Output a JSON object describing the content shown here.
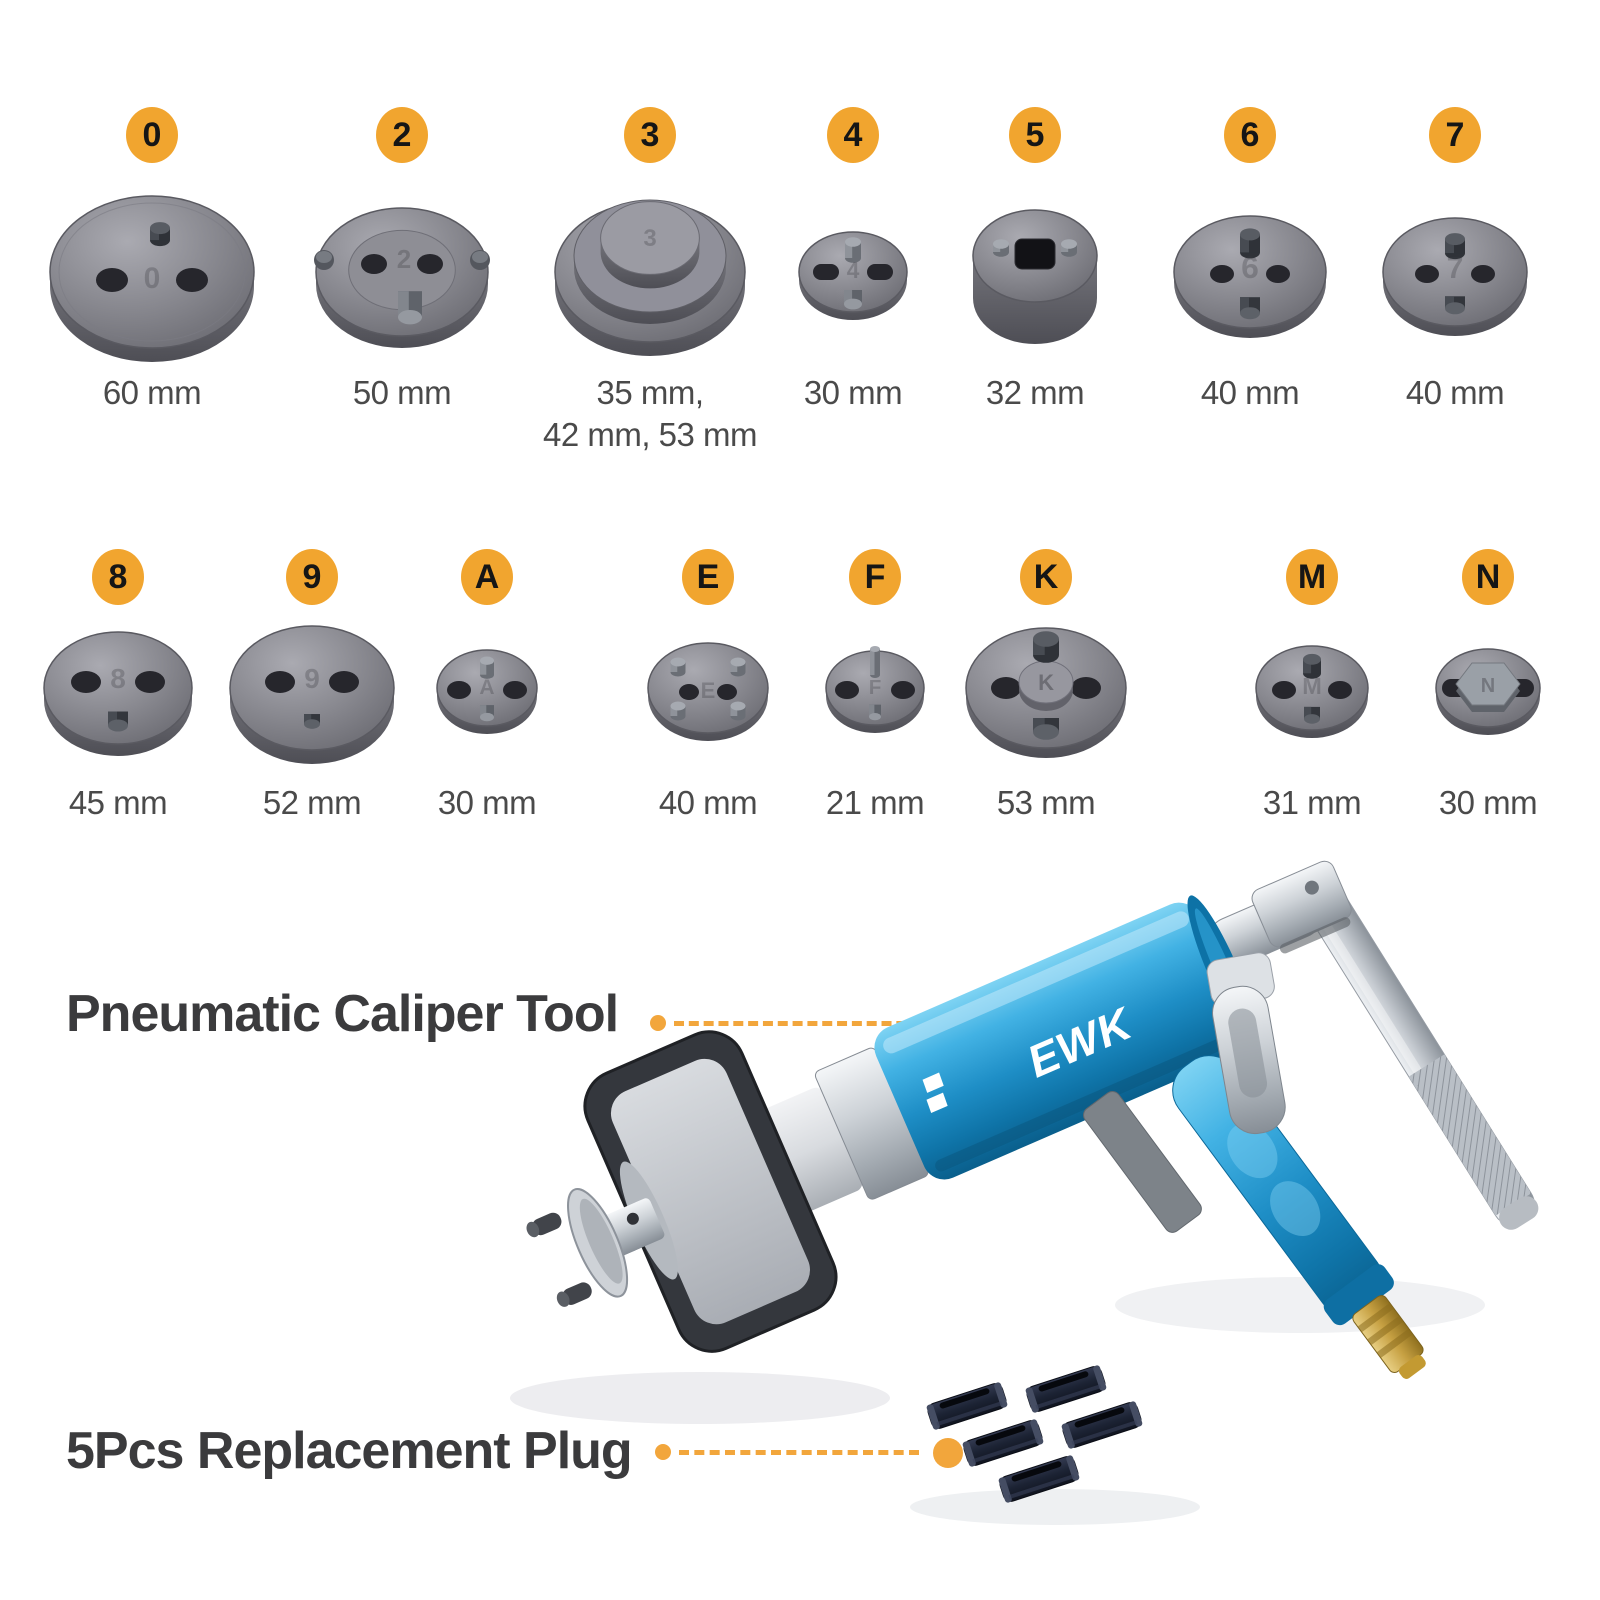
{
  "colors": {
    "accent_orange": "#F1A52F",
    "heading_text": "#3B3B3D",
    "size_text": "#4A4A4A",
    "tool_blue": "#1E8EC6",
    "brass": "#C7A143",
    "plug_dark": "#1C2334",
    "disc_gray": "#88888F",
    "background": "#FFFFFF"
  },
  "adapters": {
    "row1": [
      {
        "label": "0",
        "size": "60 mm"
      },
      {
        "label": "2",
        "size": "50 mm"
      },
      {
        "label": "3",
        "size": "35 mm, 42 mm, 53 mm"
      },
      {
        "label": "4",
        "size": "30 mm"
      },
      {
        "label": "5",
        "size": "32 mm"
      },
      {
        "label": "6",
        "size": "40 mm"
      },
      {
        "label": "7",
        "size": "40 mm"
      }
    ],
    "row2": [
      {
        "label": "8",
        "size": "45 mm"
      },
      {
        "label": "9",
        "size": "52 mm"
      },
      {
        "label": "A",
        "size": "30 mm"
      },
      {
        "label": "E",
        "size": "40 mm"
      },
      {
        "label": "F",
        "size": "21 mm"
      },
      {
        "label": "K",
        "size": "53 mm"
      },
      {
        "label": "M",
        "size": "31 mm"
      },
      {
        "label": "N",
        "size": "30 mm"
      }
    ]
  },
  "callouts": {
    "tool_label": "Pneumatic Caliper Tool",
    "plugs_label": "5Pcs Replacement Plug"
  },
  "tool": {
    "brand": "EWK",
    "plug_count": 5
  }
}
